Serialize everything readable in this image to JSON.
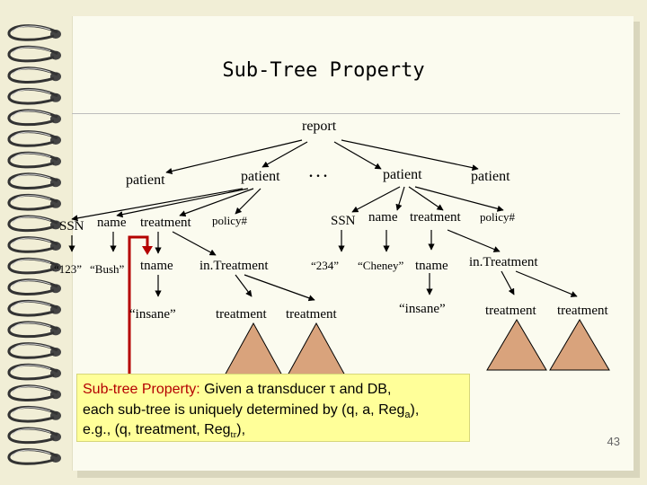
{
  "slide": {
    "title": "Sub-Tree Property",
    "page_number": "43"
  },
  "tree": {
    "root": "report",
    "ellipsis": "...",
    "patients": [
      "patient",
      "patient",
      "patient",
      "patient"
    ],
    "left_children": [
      "SSN",
      "name",
      "treatment",
      "policy#"
    ],
    "right_children": [
      "SSN",
      "name",
      "treatment",
      "policy#"
    ],
    "left_leaves": {
      "ssn": "“123”",
      "name": "“Bush”",
      "tname": "tname",
      "in_treatment": "in.Treatment"
    },
    "right_leaves": {
      "ssn": "“234”",
      "name": "“Cheney”",
      "tname": "tname",
      "in_treatment": "in.Treatment"
    },
    "left_tname_value": "“insane”",
    "right_tname_value": "“insane”",
    "left_treatments": [
      "treatment",
      "treatment"
    ],
    "right_treatments": [
      "treatment",
      "treatment"
    ]
  },
  "note": {
    "line1_prefix": "Sub-tree Property:",
    "line1_rest": " Given a transducer τ and DB,",
    "line2_main": "each sub-tree is uniquely determined by (q, a, Reg",
    "line2_sub": "a",
    "line2_end": "),",
    "line3_main": "e.g.,  (q, treatment, Reg",
    "line3_sub": "tr",
    "line3_end": "),"
  },
  "colors": {
    "background": "#f1eed6",
    "paper": "#fbfbef",
    "triangle_fill": "#d9a37c",
    "highlight_path": "#b40000",
    "note_fill": "#ffff99"
  }
}
